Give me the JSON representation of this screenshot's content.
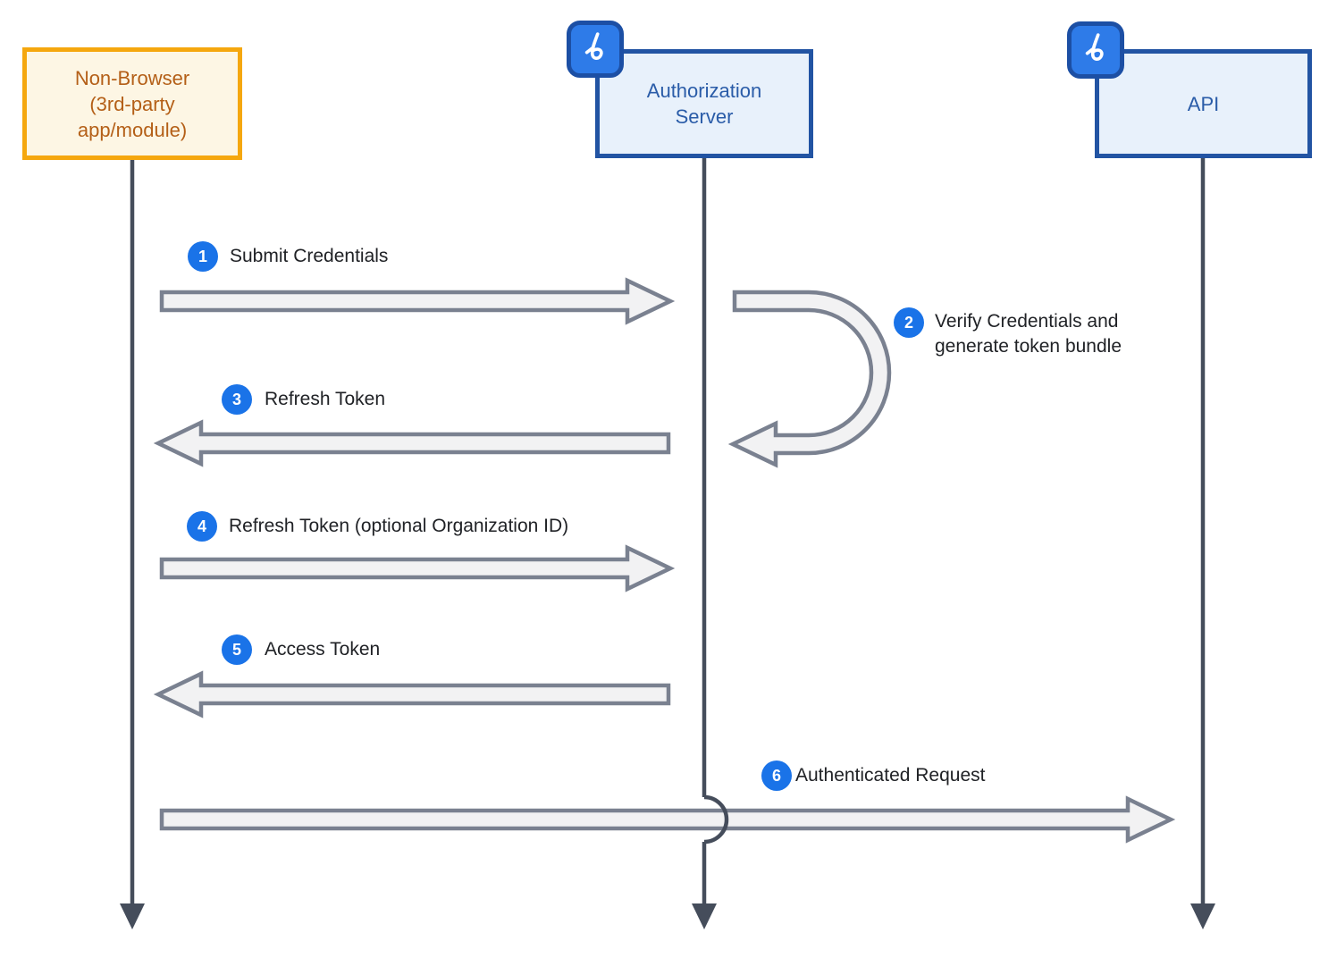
{
  "colors": {
    "orange_border": "#F5A70E",
    "orange_bg": "#FDF6E4",
    "orange_text": "#B45F17",
    "blue_border": "#2254A3",
    "blue_bg": "#E8F1FB",
    "blue_text": "#2A5CA8",
    "step_badge": "#1A73E8",
    "logo_bg": "#2E7BE8",
    "logo_border": "#1C4FA4",
    "lifeline": "#454D5B",
    "arrow_stroke": "#7A8190",
    "arrow_fill": "#F2F2F3",
    "step_text": "#202226"
  },
  "diagram": {
    "actors": [
      {
        "id": "non-browser",
        "label_lines": [
          "Non-Browser",
          "(3rd-party",
          "app/module)"
        ]
      },
      {
        "id": "authorization-server",
        "label_lines": [
          "Authorization",
          "Server"
        ]
      },
      {
        "id": "api",
        "label_lines": [
          "API"
        ]
      }
    ],
    "steps": [
      {
        "num": "1",
        "lines": [
          "Submit Credentials"
        ]
      },
      {
        "num": "2",
        "lines": [
          "Verify Credentials and",
          "generate token bundle"
        ]
      },
      {
        "num": "3",
        "lines": [
          "Refresh Token"
        ]
      },
      {
        "num": "4",
        "lines": [
          "Refresh Token (optional Organization ID)"
        ]
      },
      {
        "num": "5",
        "lines": [
          "Access Token"
        ]
      },
      {
        "num": "6",
        "lines": [
          "Authenticated Request"
        ]
      }
    ]
  }
}
